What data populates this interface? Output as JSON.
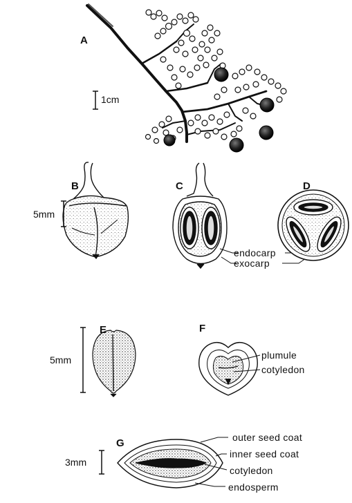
{
  "figure": {
    "panels": {
      "a": {
        "letter": "A",
        "scale": "1cm"
      },
      "b": {
        "letter": "B",
        "scale": "5mm"
      },
      "c": {
        "letter": "C"
      },
      "d": {
        "letter": "D"
      },
      "e": {
        "letter": "E",
        "scale": "5mm"
      },
      "f": {
        "letter": "F"
      },
      "g": {
        "letter": "G",
        "scale": "3mm"
      }
    },
    "labels": {
      "endocarp": "endocarp",
      "exocarp": "exocarp",
      "plumule": "plumule",
      "cotyledon_f": "cotyledon",
      "outer_seed_coat": "outer seed coat",
      "inner_seed_coat": "inner seed coat",
      "cotyledon_g": "cotyledon",
      "endosperm": "endosperm"
    },
    "colors": {
      "ink": "#111111",
      "background": "#ffffff"
    }
  }
}
